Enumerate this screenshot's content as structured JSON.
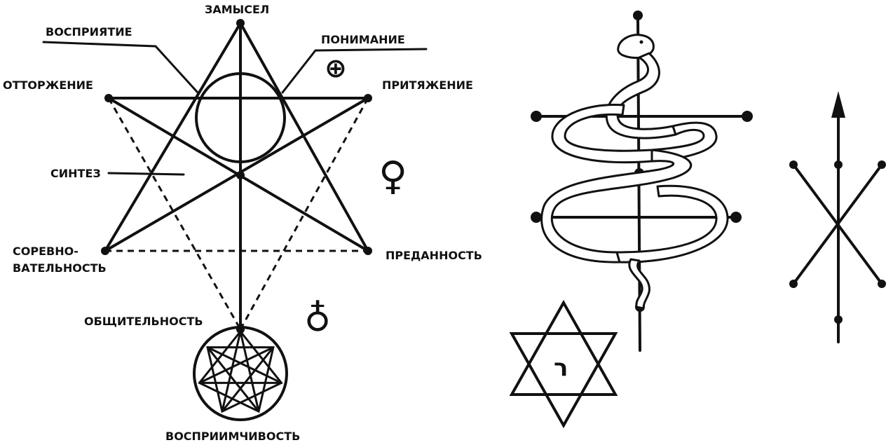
{
  "labels": {
    "zamysel": "ЗАМЫСЕЛ",
    "vospriyatie": "ВОСПРИЯТИЕ",
    "ponimanie": "ПОНИМАНИЕ",
    "ottorzhenie": "ОТТОРЖЕНИЕ",
    "prityazhenie": "ПРИТЯЖЕНИЕ",
    "sintez": "СИНТЕЗ",
    "sorevno_line1": "СОРЕВНО-",
    "sorevno_line2": "ВАТЕЛЬНОСТЬ",
    "predannost": "ПРЕДАННОСТЬ",
    "obshchitelnost": "ОБЩИТЕЛЬНОСТЬ",
    "vospriimchivost": "ВОСПРИИМЧИВОСТЬ"
  },
  "symbols": {
    "earth": "⊕",
    "venus": "♀",
    "cross_orb": "♁",
    "hexagram_letter": "ר"
  }
}
